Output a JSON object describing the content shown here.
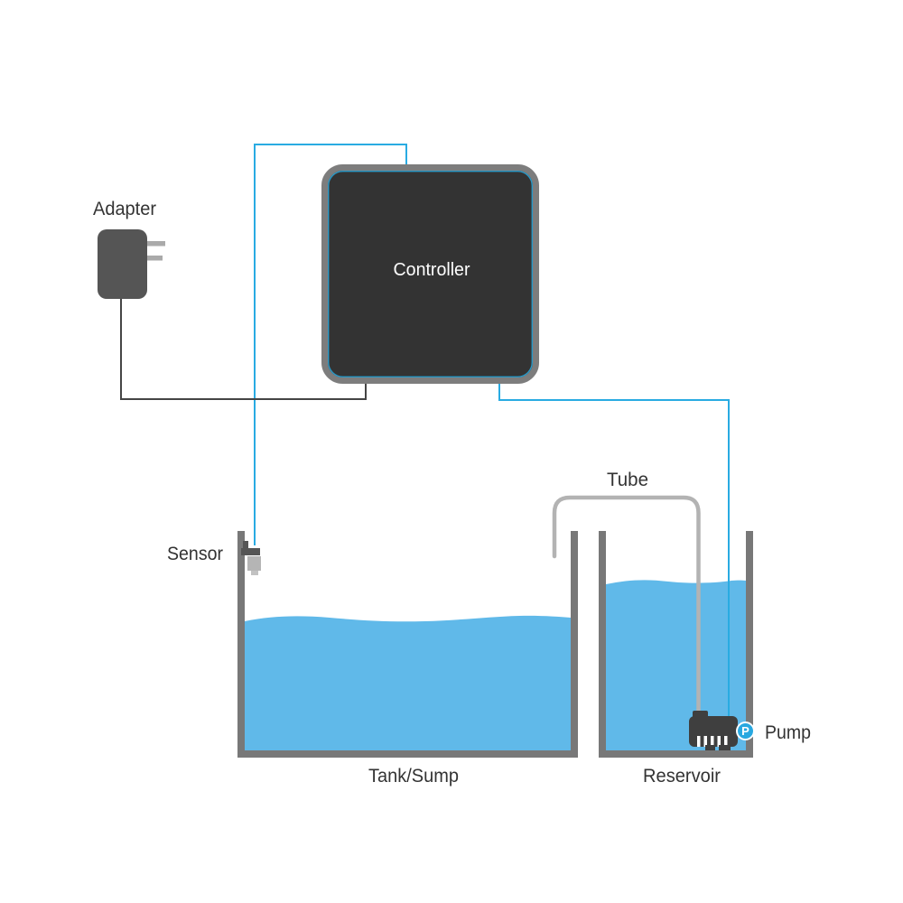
{
  "labels": {
    "adapter": "Adapter",
    "controller": "Controller",
    "sensor": "Sensor",
    "tube": "Tube",
    "pump": "Pump",
    "pump_badge": "P",
    "tank": "Tank/Sump",
    "reservoir": "Reservoir"
  },
  "colors": {
    "water": "#60b9e9",
    "wire_blue": "#29abe2",
    "wire_dark": "#454545",
    "wall": "#787878",
    "controller_fill": "#333333",
    "controller_border": "#7d7d7d",
    "controller_accent": "#29abe2",
    "adapter_body": "#555555",
    "adapter_prong": "#aaaaaa",
    "tube": "#b3b3b3",
    "pump_body": "#3f3f3f",
    "pump_badge_fill": "#29a8e0",
    "label_text": "#333333",
    "controller_text": "#ffffff"
  }
}
